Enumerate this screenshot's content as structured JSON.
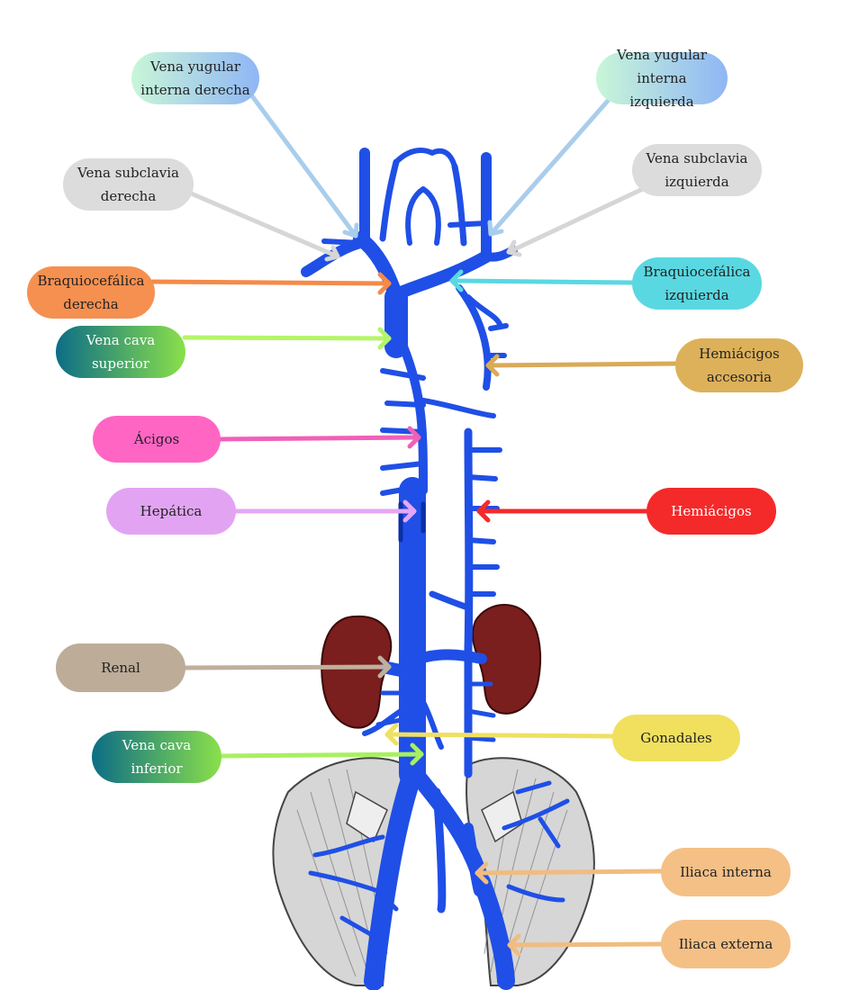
{
  "labels": {
    "yugular_der": {
      "text": "Vena yugular\ninterna derecha",
      "bg": "linear-gradient(90deg,#c9f6d8,#8fb6f5)",
      "arrow": "#a9cdec"
    },
    "yugular_izq": {
      "text": "Vena yugular\ninterna izquierda",
      "bg": "linear-gradient(90deg,#c9f6d8,#8fb6f5)",
      "arrow": "#a9cdec"
    },
    "subclavia_der": {
      "text": "Vena subclavia\nderecha",
      "bg": "#dcdcdc",
      "arrow": "#d6d6d6"
    },
    "subclavia_izq": {
      "text": "Vena subclavia\nizquierda",
      "bg": "#dcdcdc",
      "arrow": "#d6d6d6"
    },
    "braquio_der": {
      "text": "Braquiocefálica\nderecha",
      "bg": "#f69050",
      "arrow": "#f58a48"
    },
    "braquio_izq": {
      "text": "Braquiocefálica\nizquierda",
      "bg": "#5ad8e2",
      "arrow": "#5ad8e2"
    },
    "cava_sup": {
      "text": "Vena cava\nsuperior",
      "bg": "linear-gradient(90deg,#0c6d86,#8ae04a)",
      "arrow": "#b4f568",
      "light": true
    },
    "hemi_acc": {
      "text": "Hemiácigos\naccesoria",
      "bg": "#ddb15a",
      "arrow": "#d9aa58"
    },
    "acigos": {
      "text": "Ácigos",
      "bg": "#ff66c4",
      "arrow": "#f060b8"
    },
    "hepatica": {
      "text": "Hepática",
      "bg": "#e2a4f2",
      "arrow": "#e6a6f4"
    },
    "hemiacigos": {
      "text": "Hemiácigos",
      "bg": "#f42a2a",
      "arrow": "#f42a2a",
      "light": true
    },
    "renal": {
      "text": "Renal",
      "bg": "#bcac98",
      "arrow": "#bfb09c"
    },
    "gonadales": {
      "text": "Gonadales",
      "bg": "#f0e05e",
      "arrow": "#f0e060"
    },
    "cava_inf": {
      "text": "Vena cava\ninferior",
      "bg": "linear-gradient(90deg,#0c6d86,#8ae04a)",
      "arrow": "#a8f060",
      "light": true
    },
    "iliaca_int": {
      "text": "Iliaca interna",
      "bg": "#f4c086",
      "arrow": "#f0bc80"
    },
    "iliaca_ext": {
      "text": "Iliaca externa",
      "bg": "#f4c086",
      "arrow": "#f0bc80"
    }
  },
  "colors": {
    "vein": "#1f4fe6",
    "vein_dark": "#0b2fa8",
    "kidney": "#7a1e1e",
    "kidney_dark": "#4a0e0e",
    "bone": "#d9d9d9"
  }
}
